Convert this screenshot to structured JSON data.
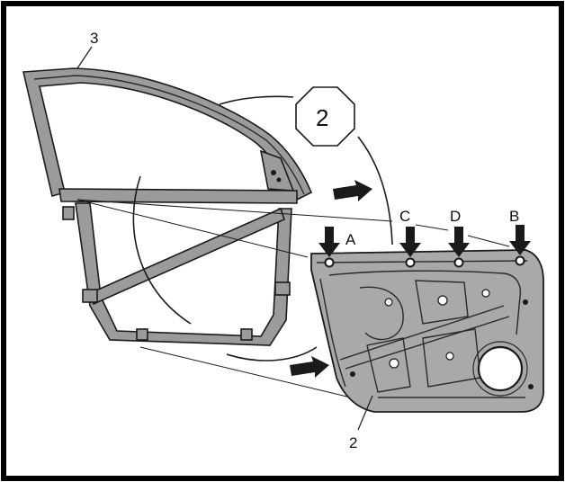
{
  "diagram": {
    "colors": {
      "border": "#000000",
      "ink": "#1a1a1a",
      "frame_gray": "#9b9b9b",
      "panel_gray": "#a9a9a9",
      "background": "#ffffff"
    },
    "callouts": {
      "frame_number": "3",
      "panel_number": "2",
      "step_number": "2"
    },
    "clips": {
      "a": "A",
      "b": "B",
      "c": "C",
      "d": "D"
    },
    "icons": {
      "step_badge": "octagon-icon",
      "clip_marker": "arrow-down-icon",
      "direction": "arrow-right-icon"
    }
  }
}
